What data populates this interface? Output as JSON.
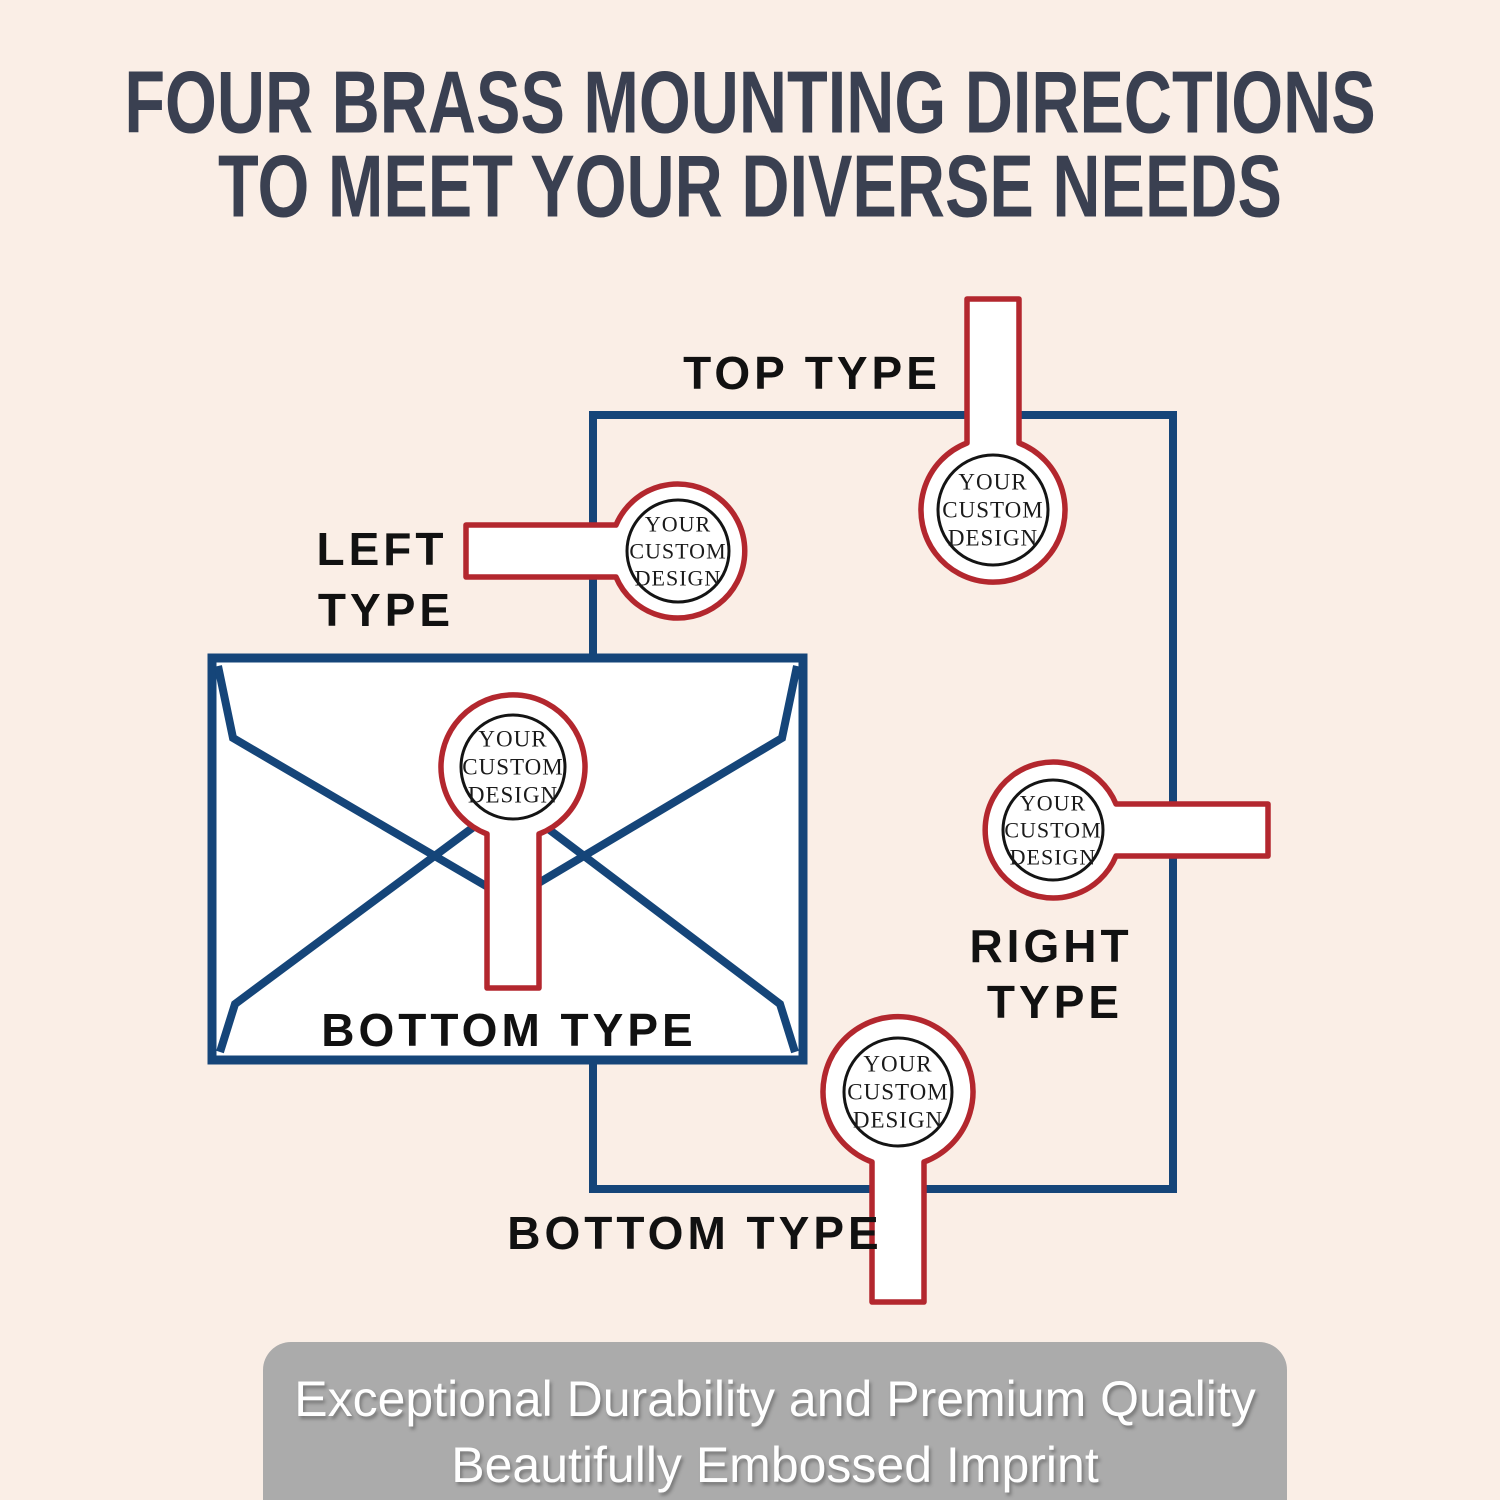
{
  "page": {
    "background_color": "#FAEEE6"
  },
  "title": {
    "line1": "FOUR BRASS MOUNTING DIRECTIONS",
    "line2": "TO MEET YOUR DIVERSE NEEDS",
    "color": "#3A4051"
  },
  "diagram": {
    "square_path_color": "#154579",
    "stamp_outline_color": "#B3272E",
    "stamp_text": {
      "line1": "YOUR",
      "line2": "CUSTOM",
      "line3": "DESIGN"
    },
    "labels": {
      "top": "TOP TYPE",
      "left_line1": "LEFT",
      "left_line2": "TYPE",
      "right_line1": "RIGHT",
      "right_line2": "TYPE",
      "envelope_bottom": "BOTTOM TYPE",
      "outer_bottom": "BOTTOM TYPE"
    },
    "stamps": [
      {
        "id": "top-mounted-stamp"
      },
      {
        "id": "left-mounted-stamp"
      },
      {
        "id": "envelope-demo-stamp"
      },
      {
        "id": "right-mounted-stamp"
      },
      {
        "id": "bottom-mounted-stamp"
      }
    ]
  },
  "banner": {
    "background_color": "#ABABAB",
    "text_color": "#FFFFFF",
    "line1": "Exceptional Durability and Premium Quality",
    "line2": "Beautifully Embossed Imprint"
  }
}
